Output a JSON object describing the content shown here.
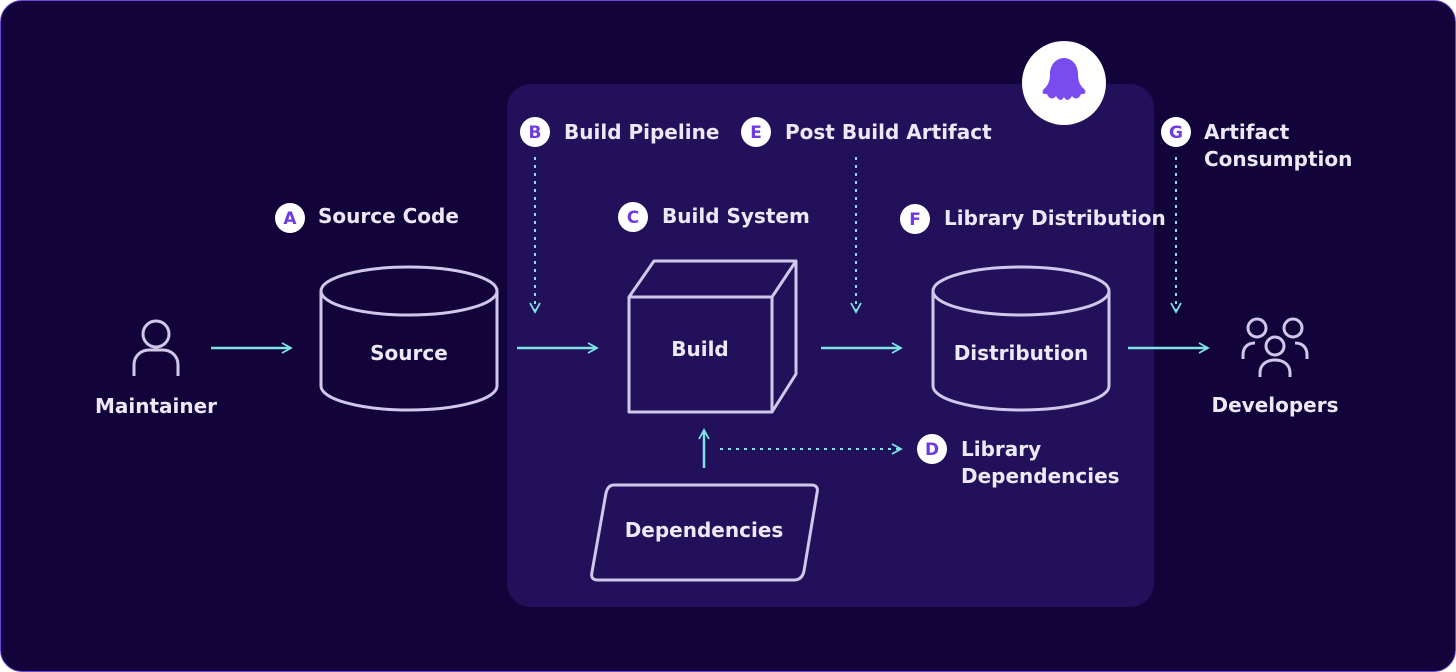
{
  "colors": {
    "background": "#12043a",
    "panel": "#22105a",
    "border": "#6b48d6",
    "outline": "#cfc8ea",
    "arrow": "#7fe3e6",
    "badge_text": "#6d3ae6",
    "text": "#ece9f6"
  },
  "logo": {
    "icon": "octopus-logo-icon"
  },
  "actors": {
    "maintainer": {
      "label": "Maintainer",
      "icon": "person-icon"
    },
    "developers": {
      "label": "Developers",
      "icon": "users-group-icon"
    }
  },
  "nodes": {
    "source": "Source",
    "build": "Build",
    "distribution": "Distribution",
    "dependencies": "Dependencies"
  },
  "steps": {
    "a": {
      "badge": "A",
      "label": "Source Code"
    },
    "b": {
      "badge": "B",
      "label": "Build Pipeline"
    },
    "c": {
      "badge": "C",
      "label": "Build System"
    },
    "d": {
      "badge": "D",
      "line1": "Library",
      "line2": "Dependencies"
    },
    "e": {
      "badge": "E",
      "label": "Post Build Artifact"
    },
    "f": {
      "badge": "F",
      "label": "Library Distribution"
    },
    "g": {
      "badge": "G",
      "line1": "Artifact",
      "line2": "Consumption"
    }
  }
}
